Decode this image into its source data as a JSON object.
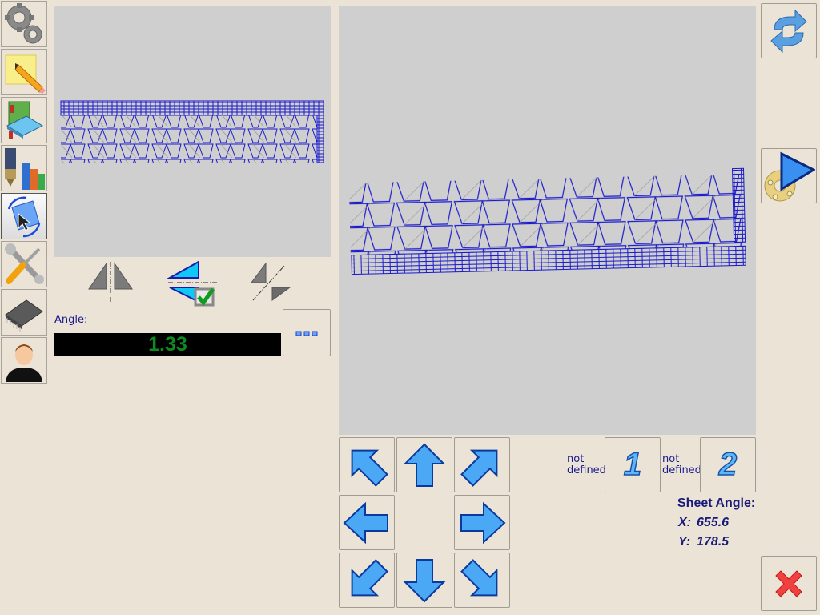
{
  "sidebar": {
    "items": [
      {
        "name": "settings",
        "icon": "gears-icon"
      },
      {
        "name": "notes",
        "icon": "note-pencil-icon"
      },
      {
        "name": "library",
        "icon": "books-icon"
      },
      {
        "name": "tools-statistics",
        "icon": "tool-chart-icon"
      },
      {
        "name": "sheet-alignment",
        "icon": "rotate-sheet-icon",
        "active": true
      },
      {
        "name": "service",
        "icon": "wrench-screwdriver-icon"
      },
      {
        "name": "hardware",
        "icon": "chip-icon"
      },
      {
        "name": "user",
        "icon": "user-icon"
      }
    ]
  },
  "mirror_tools": {
    "vertical": "mirror-vertical-icon",
    "horizontal": "mirror-horizontal-checked-icon",
    "diagonal": "mirror-diagonal-icon"
  },
  "angle": {
    "label": "Angle:",
    "value": "1.33",
    "more_label": "..."
  },
  "reference_points": [
    {
      "status": "not defined",
      "number": "1"
    },
    {
      "status": "not defined",
      "number": "2"
    }
  ],
  "sheet_angle": {
    "title": "Sheet Angle:",
    "x_label": "X:",
    "x_value": "655.6",
    "y_label": "Y:",
    "y_value": "178.5"
  },
  "colors": {
    "background": "#ebe3d6",
    "preview_bg": "#cfcfcf",
    "part_outline": "#1a1acc",
    "angle_text": "#0e8a1e",
    "arrow_blue": "#3a9af0"
  }
}
